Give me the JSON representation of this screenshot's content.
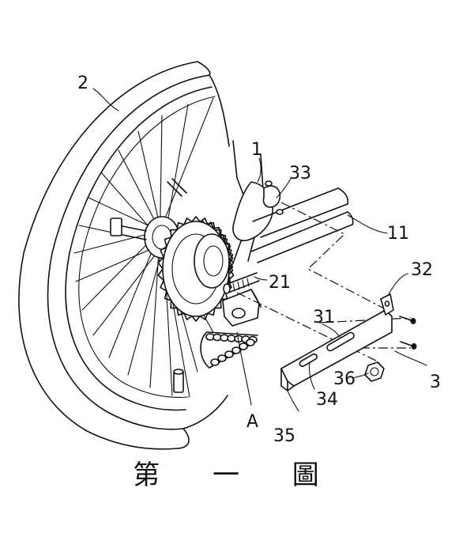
{
  "figure": {
    "caption": "第 一 圖",
    "labels": {
      "wheel": "2",
      "frame": "1",
      "clamp": "33",
      "chainstay": "11",
      "guard": "3",
      "tab": "32",
      "axle": "21",
      "plate": "31",
      "nut": "36",
      "slot": "34",
      "flange": "35",
      "detail": "A"
    }
  }
}
